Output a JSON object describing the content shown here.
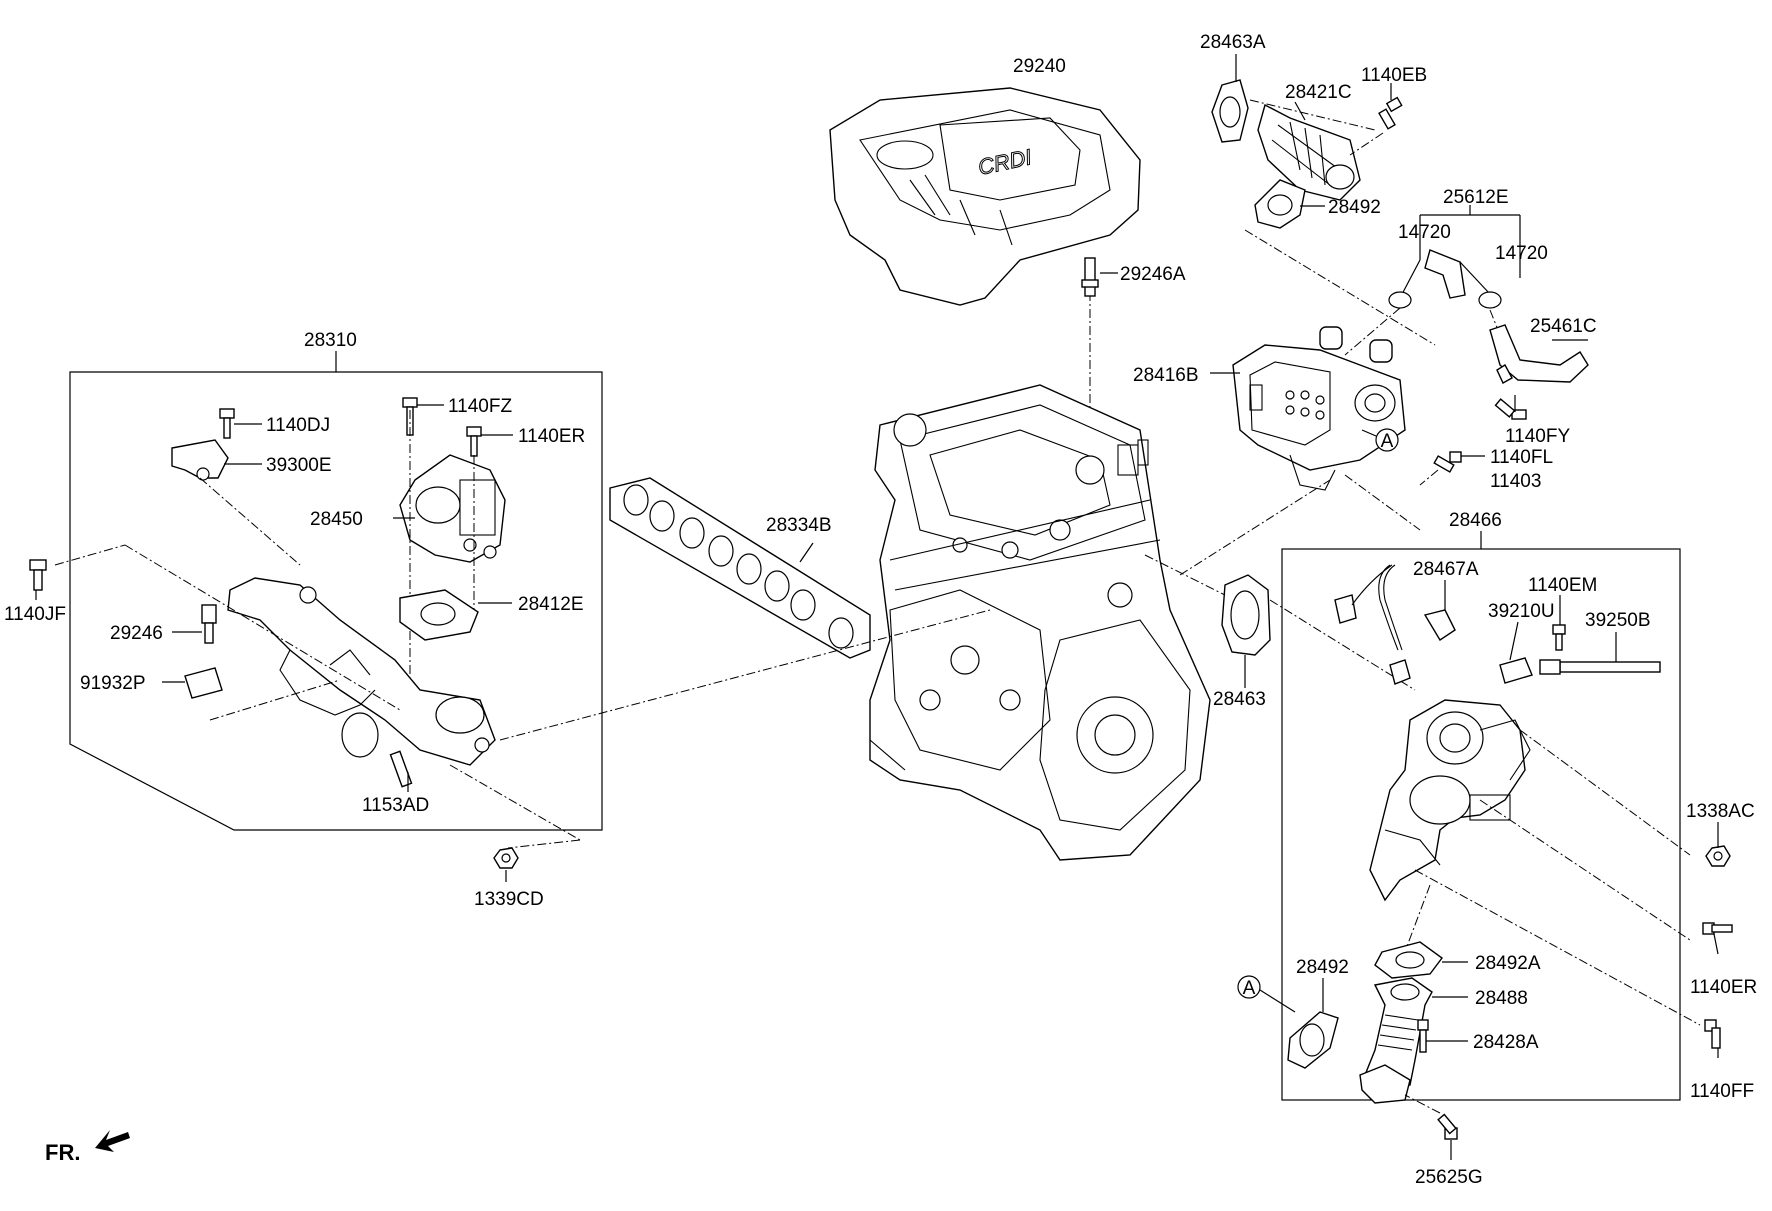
{
  "diagram": {
    "orientation_label": "FR.",
    "reference_marker": "A",
    "labels": {
      "p29240": "29240",
      "p29246A": "29246A",
      "p28463A": "28463A",
      "p28421C": "28421C",
      "p1140EB": "1140EB",
      "p28492_top": "28492",
      "p25612E": "25612E",
      "p14720_left": "14720",
      "p14720_right": "14720",
      "p25461C": "25461C",
      "p28416B": "28416B",
      "p1140FY": "1140FY",
      "p1140FL": "1140FL",
      "p11403": "11403",
      "p28310": "28310",
      "p1140DJ": "1140DJ",
      "p1140FZ": "1140FZ",
      "p1140ER_left": "1140ER",
      "p39300E": "39300E",
      "p28450": "28450",
      "p28334B": "28334B",
      "p28412E": "28412E",
      "p1140JF": "1140JF",
      "p29246": "29246",
      "p91932P": "91932P",
      "p1153AD": "1153AD",
      "p1339CD": "1339CD",
      "p28466": "28466",
      "p28467A": "28467A",
      "p1140EM": "1140EM",
      "p39210U": "39210U",
      "p39250B": "39250B",
      "p28463": "28463",
      "p1338AC": "1338AC",
      "p1140ER_right": "1140ER",
      "p28492_bottom": "28492",
      "p28492A": "28492A",
      "p28488": "28488",
      "p28428A": "28428A",
      "p1140FF": "1140FF",
      "p25625G": "25625G"
    }
  }
}
